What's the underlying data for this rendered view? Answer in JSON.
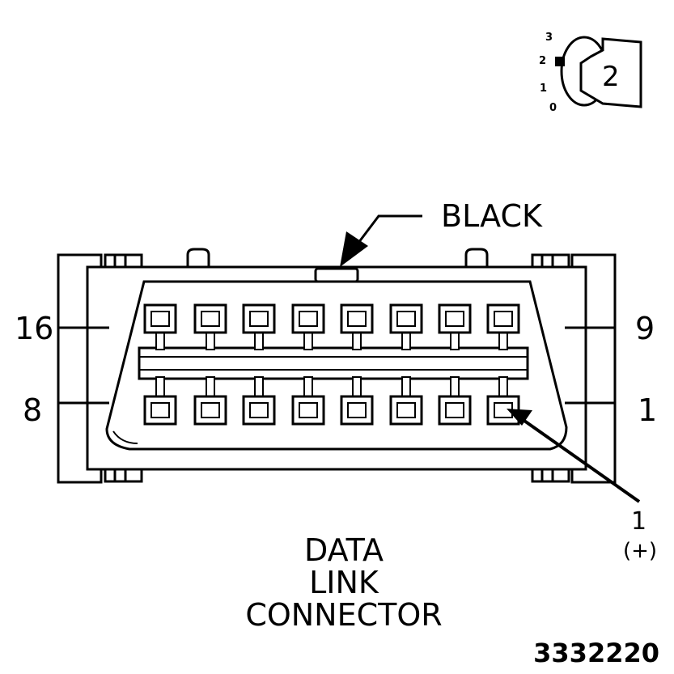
{
  "callouts": {
    "black": "BLACK",
    "pin16": "16",
    "pin9": "9",
    "pin8": "8",
    "pin1_side": "1",
    "pin1_callout": "1",
    "pin1_polarity": "(+)"
  },
  "caption": {
    "line1": "DATA",
    "line2": "LINK",
    "line3": "CONNECTOR"
  },
  "key_switch": {
    "position_labels": [
      "3",
      "2",
      "1",
      "0"
    ],
    "selected_position": "2"
  },
  "reference_number": "3332220",
  "colors": {
    "line": "#000000",
    "background": "#ffffff"
  }
}
